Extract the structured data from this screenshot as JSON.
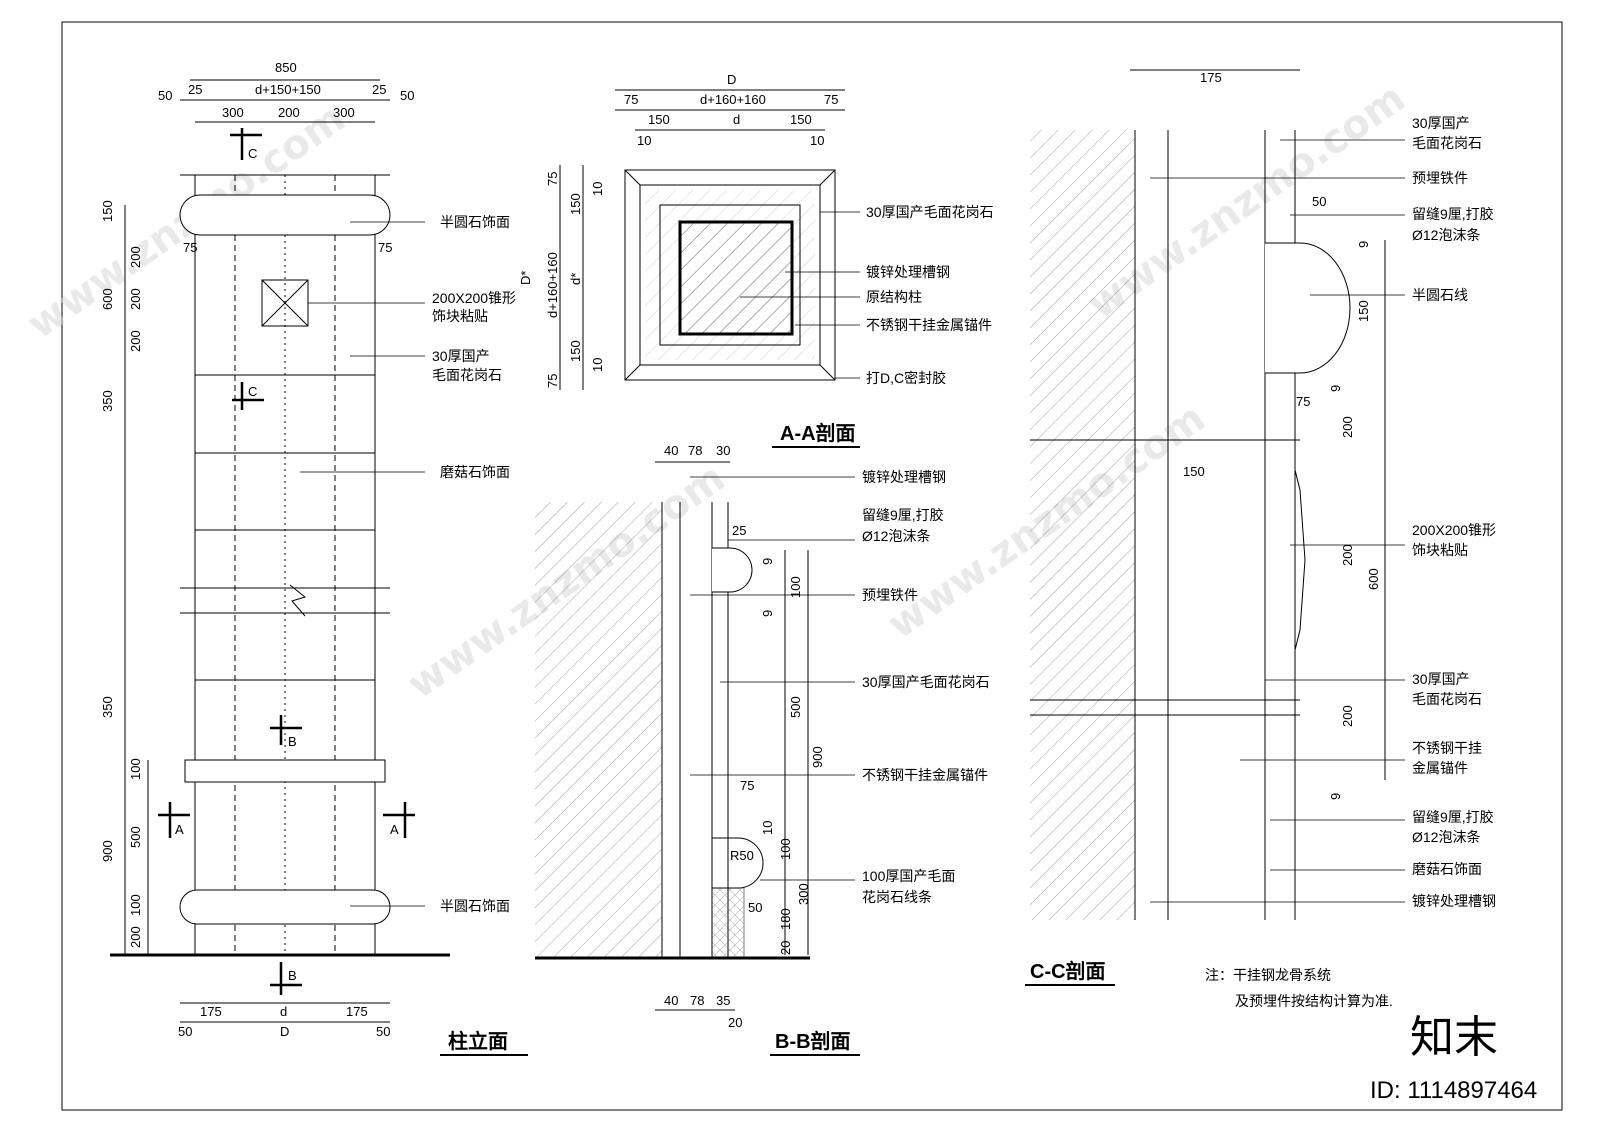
{
  "titles": {
    "elevation": "柱立面",
    "section_a": "A-A剖面",
    "section_b": "B-B剖面",
    "section_c": "C-C剖面"
  },
  "elevation": {
    "dims_top": [
      "850",
      "25",
      "d+150+150",
      "25",
      "50",
      "50",
      "300",
      "200",
      "300"
    ],
    "dims_left": [
      "150",
      "200",
      "600",
      "200",
      "200",
      "350",
      "350",
      "100",
      "900",
      "500",
      "100",
      "200"
    ],
    "dims_side": [
      "75",
      "75"
    ],
    "dims_bottom": [
      "175",
      "d",
      "175",
      "50",
      "D",
      "50"
    ],
    "section_marks": [
      "C",
      "C",
      "B",
      "A",
      "A",
      "B"
    ],
    "labels": [
      "半圆石饰面",
      "200X200锥形",
      "饰块粘贴",
      "30厚国产",
      "毛面花岗石",
      "磨菇石饰面",
      "半圆石饰面"
    ]
  },
  "section_a": {
    "dims_top": [
      "D",
      "75",
      "d+160+160",
      "75",
      "150",
      "d",
      "150",
      "10",
      "10"
    ],
    "dims_left": [
      "75",
      "150",
      "10",
      "D*",
      "d+160+160",
      "d*",
      "150",
      "10",
      "75"
    ],
    "labels": [
      "30厚国产毛面花岗石",
      "镀锌处理槽钢",
      "原结构柱",
      "不锈钢干挂金属锚件",
      "打D,C密封胶"
    ]
  },
  "section_b": {
    "dims_top": [
      "40",
      "78",
      "30"
    ],
    "dims_inner": [
      "25",
      "9",
      "100",
      "9",
      "500",
      "900",
      "75",
      "10",
      "100",
      "R50",
      "50",
      "180",
      "300",
      "20"
    ],
    "dims_bottom": [
      "40",
      "78",
      "35",
      "20"
    ],
    "labels": [
      "镀锌处理槽钢",
      "留缝9厘,打胶",
      "Ø12泡沫条",
      "预埋铁件",
      "30厚国产毛面花岗石",
      "不锈钢干挂金属锚件",
      "100厚国产毛面",
      "花岗石线条"
    ]
  },
  "section_c": {
    "dims": [
      "175",
      "50",
      "9",
      "150",
      "9",
      "75",
      "200",
      "150",
      "200",
      "600",
      "200",
      "9"
    ],
    "labels": [
      "30厚国产",
      "毛面花岗石",
      "预埋铁件",
      "留缝9厘,打胶",
      "Ø12泡沫条",
      "半圆石线",
      "200X200锥形",
      "饰块粘贴",
      "30厚国产",
      "毛面花岗石",
      "不锈钢干挂",
      "金属锚件",
      "留缝9厘,打胶",
      "Ø12泡沫条",
      "磨菇石饰面",
      "镀锌处理槽钢"
    ],
    "note": [
      "注：干挂钢龙骨系统",
      "及预埋件按结构计算为准."
    ]
  },
  "watermark": {
    "brand": "知末",
    "site": "www.znzmo.com",
    "id_text": "ID: 1114897464"
  }
}
